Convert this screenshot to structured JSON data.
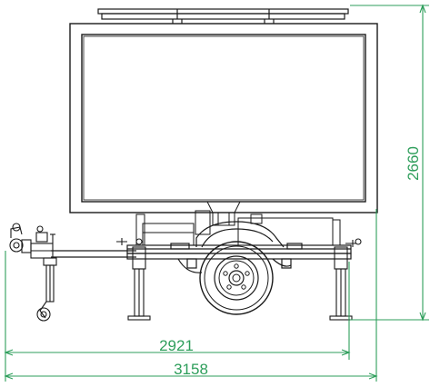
{
  "colors": {
    "line": "#1a1a1a",
    "dimension": "#2e9e5b",
    "background": "#ffffff"
  },
  "dimensions": {
    "height": "2660",
    "wheelbase_length": "2921",
    "overall_length": "3158"
  }
}
